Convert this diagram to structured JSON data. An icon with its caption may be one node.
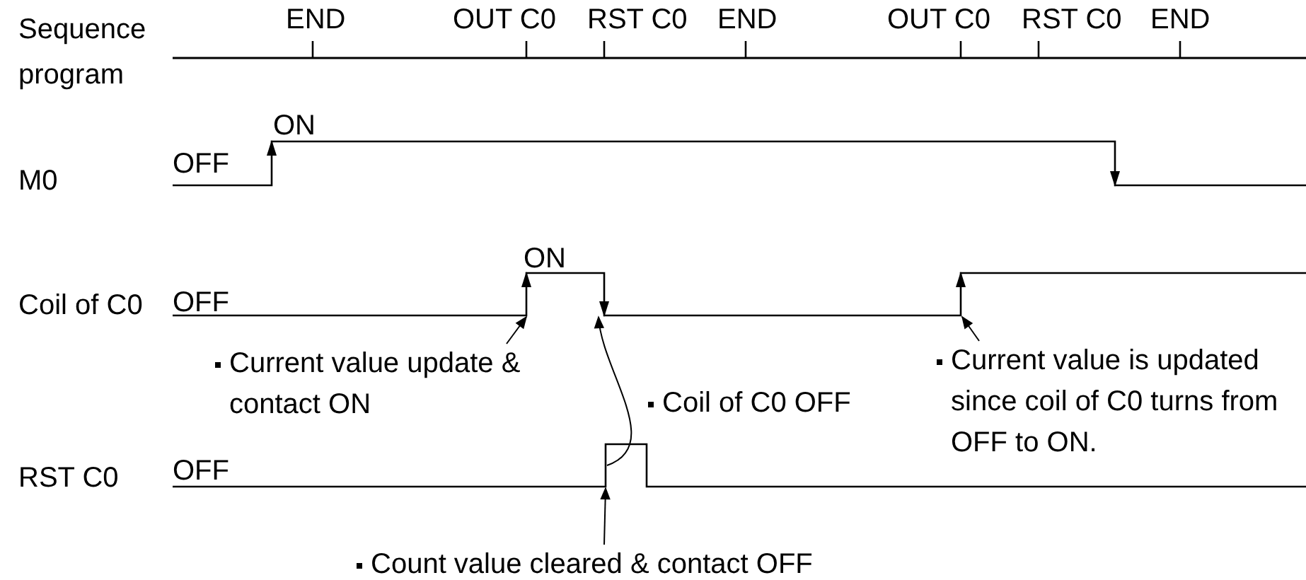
{
  "diagram": {
    "nodes": [
      {
        "text": [
          "Current value update & contact ON"
        ]
      },
      {
        "text": [
          "Coil of C0 OFF"
        ]
      },
      {
        "text": [
          "Current value is updated since coil of C0 turns from OFF to ON."
        ]
      },
      {
        "text": [
          "Count value cleared & contact OFF"
        ]
      },
      {
        "text": [],
        "shape": "waveform",
        "beside": [
          "ON"
        ]
      },
      {
        "text": [],
        "shape": "waveform",
        "beside": [
          "ON"
        ]
      },
      {
        "text": [],
        "shape": "waveform"
      }
    ],
    "edges": [
      {
        "from": 0,
        "to": 5,
        "arrow": "to"
      },
      {
        "from": 2,
        "to": 5,
        "arrow": "to"
      },
      {
        "from": 3,
        "to": 6,
        "arrow": "to"
      },
      {
        "from": 6,
        "to": 5,
        "arrow": "to"
      }
    ],
    "labels": [
      "Sequence program",
      "END",
      "OUT C0",
      "RST C0",
      "END",
      "OUT C0",
      "RST C0",
      "END",
      "OFF",
      "M0",
      "Coil of C0",
      "OFF",
      "RST C0",
      "OFF"
    ]
  }
}
